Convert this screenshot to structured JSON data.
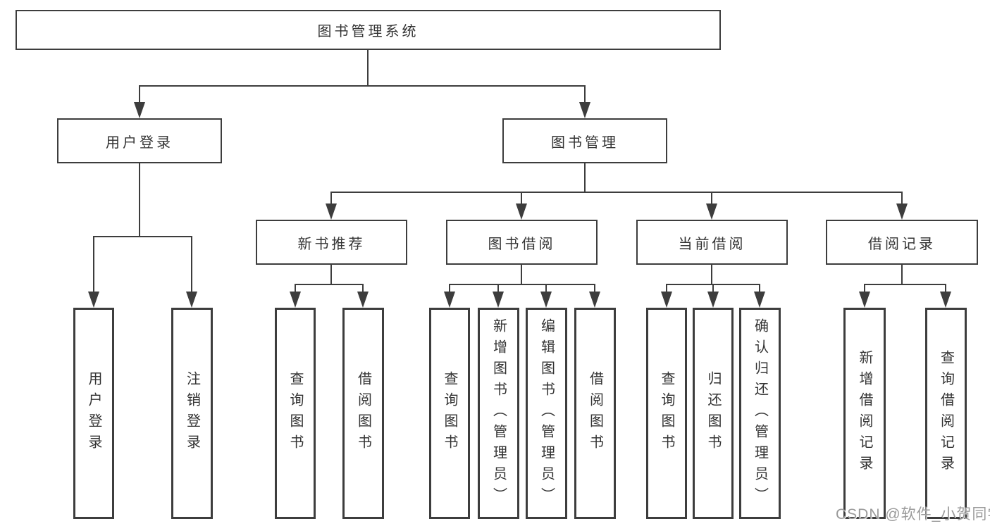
{
  "diagram_type": "hierarchy-tree",
  "tree": {
    "label": "图书管理系统",
    "children": [
      {
        "label": "用户登录",
        "children": [
          {
            "label": "用户登录"
          },
          {
            "label": "注销登录"
          }
        ]
      },
      {
        "label": "图书管理",
        "children": [
          {
            "label": "新书推荐",
            "children": [
              {
                "label": "查询图书"
              },
              {
                "label": "借阅图书"
              }
            ]
          },
          {
            "label": "图书借阅",
            "children": [
              {
                "label": "查询图书"
              },
              {
                "label": "新增图书（管理员）"
              },
              {
                "label": "编辑图书（管理员）"
              },
              {
                "label": "借阅图书"
              }
            ]
          },
          {
            "label": "当前借阅",
            "children": [
              {
                "label": "查询图书"
              },
              {
                "label": "归还图书"
              },
              {
                "label": "确认归还（管理员）"
              }
            ]
          },
          {
            "label": "借阅记录",
            "children": [
              {
                "label": "新增借阅记录"
              },
              {
                "label": "查询借阅记录"
              }
            ]
          }
        ]
      }
    ]
  },
  "watermark": {
    "text": "CSDN @软件_小贺同学"
  },
  "colors": {
    "line": "#3d3d3d",
    "text": "#333333",
    "background": "#ffffff",
    "watermark": "#9a9a9a"
  }
}
